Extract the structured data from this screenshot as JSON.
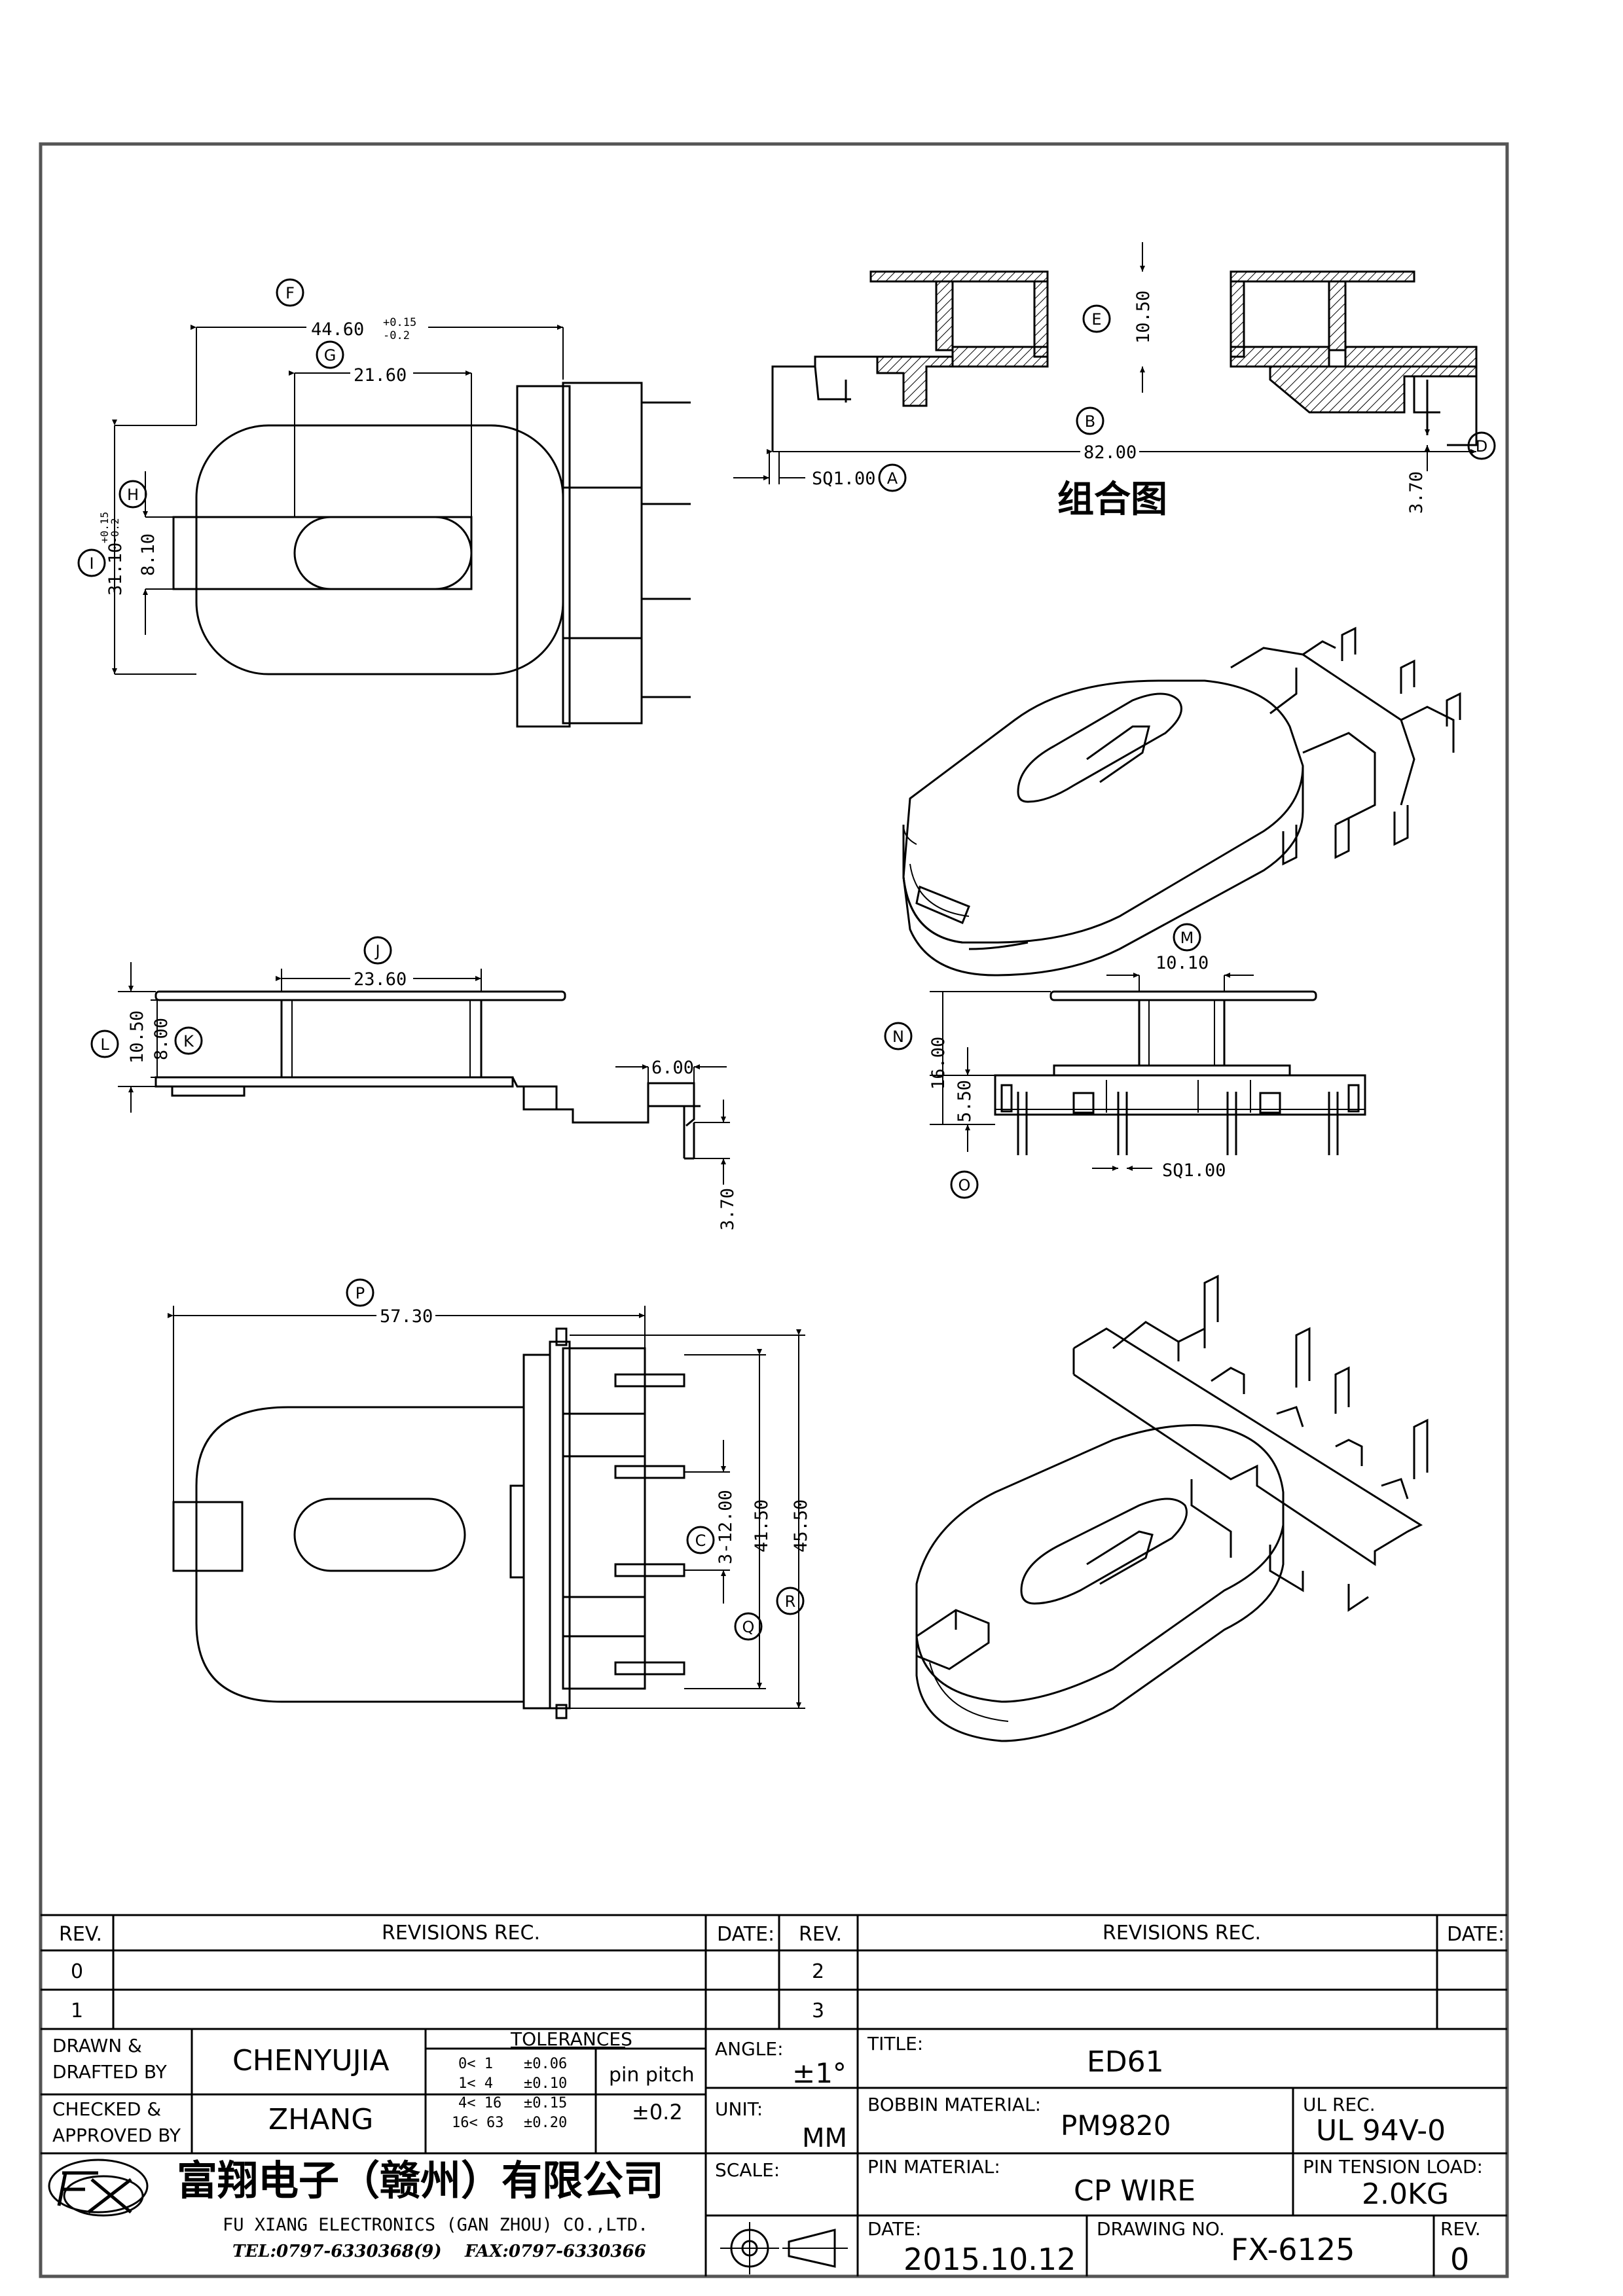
{
  "views": {
    "top_left": {
      "F": "F",
      "G": "G",
      "H": "H",
      "I": "I",
      "dim_44": "44.60",
      "dim_44_tol_plus": "+0.15",
      "dim_44_tol_minus": "-0.2",
      "dim_21": "21.60",
      "dim_31": "31.10",
      "dim_31_tol_plus": "+0.15",
      "dim_31_tol_minus": "-0.2",
      "dim_8": "8.10"
    },
    "top_right": {
      "E": "E",
      "B": "B",
      "A": "A",
      "D": "D",
      "dim_10": "10.50",
      "dim_82": "82.00",
      "dim_sq": "SQ1.00",
      "dim_370": "3.70",
      "title": "组合图"
    },
    "mid_left": {
      "J": "J",
      "L": "L",
      "K": "K",
      "dim_23": "23.60",
      "dim_105": "10.50",
      "dim_8": "8.00",
      "dim_6": "6.00",
      "dim_370": "3.70"
    },
    "mid_right": {
      "M": "M",
      "N": "N",
      "O": "O",
      "dim_1010": "10.10",
      "dim_16": "16.00",
      "dim_55": "5.50",
      "dim_sq": "SQ1.00"
    },
    "bottom_left": {
      "P": "P",
      "C": "C",
      "Q": "Q",
      "R": "R",
      "dim_57": "57.30",
      "dim_3x12": "3-12.00",
      "dim_415": "41.50",
      "dim_455": "45.50"
    }
  },
  "title_block": {
    "rev_header": "REV.",
    "revisions_header": "REVISIONS   REC.",
    "date_header": "DATE:",
    "rev_rows_left": [
      "0",
      "1"
    ],
    "rev_rows_right": [
      "2",
      "3"
    ],
    "drawn_label": "DRAWN &\nDRAFTED BY",
    "drawn_value": "CHENYUJIA",
    "checked_label": "CHECKED &\nAPPROVED BY",
    "checked_value": "ZHANG",
    "tolerances_header": "TOLERANCES",
    "tolerances": [
      {
        "range": "0<  1",
        "tol": "±0.06"
      },
      {
        "range": "1<  4",
        "tol": "±0.10"
      },
      {
        "range": "4<  16",
        "tol": "±0.15"
      },
      {
        "range": "16<  63",
        "tol": "±0.20"
      }
    ],
    "pin_pitch_label": "pin pitch",
    "pin_pitch_value": "±0.2",
    "angle_label": "ANGLE:",
    "angle_value": "±1°",
    "unit_label": "UNIT:",
    "unit_value": "MM",
    "scale_label": "SCALE:",
    "title_label": "TITLE:",
    "title_value": "ED61",
    "bobbin_label": "BOBBIN MATERIAL:",
    "bobbin_value": "PM9820",
    "ul_label": "UL REC.",
    "ul_value": "UL 94V-0",
    "pin_material_label": "PIN MATERIAL:",
    "pin_material_value": "CP WIRE",
    "pin_tension_label": "PIN TENSION LOAD:",
    "pin_tension_value": "2.0KG",
    "date_label": "DATE:",
    "date_value": "2015.10.12",
    "drawing_no_label": "DRAWING NO.",
    "drawing_no_value": "FX-6125",
    "rev_label": "REV.",
    "rev_value": "0",
    "company_cn": "富翔电子（赣州）有限公司",
    "company_en": "FU XIANG ELECTRONICS (GAN ZHOU) CO.,LTD.",
    "tel": "TEL:0797-6330368(9)",
    "fax": "FAX:0797-6330366"
  }
}
